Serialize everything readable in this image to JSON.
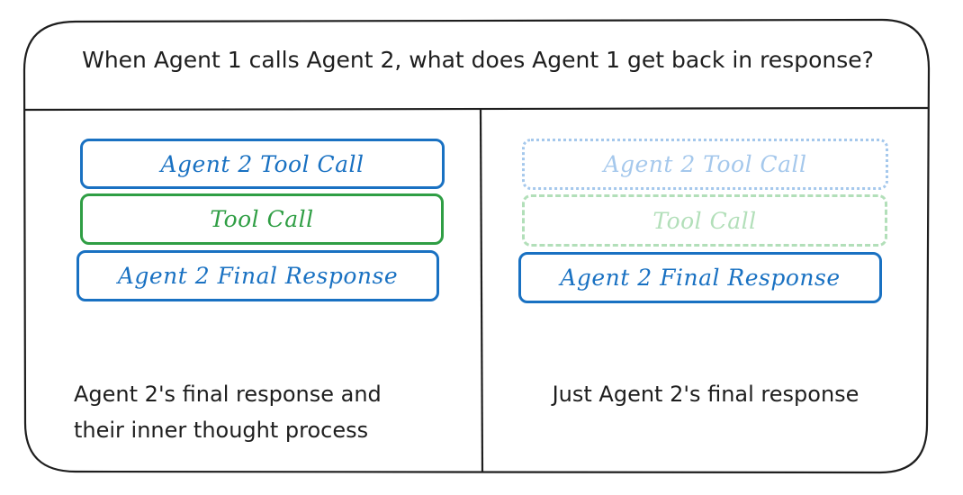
{
  "question": "When Agent 1 calls Agent 2, what does Agent 1 get back in response?",
  "left_panel": {
    "boxes": [
      "Agent 2 Tool Call",
      "Tool Call",
      "Agent 2 Final Response"
    ],
    "caption_line1": "Agent 2's final response and",
    "caption_line2": "their inner thought process"
  },
  "right_panel": {
    "boxes": [
      "Agent 2 Tool Call",
      "Tool Call",
      "Agent 2 Final Response"
    ],
    "caption": "Just Agent 2's final response"
  },
  "colors": {
    "blue": "#1971c2",
    "green": "#2f9e44",
    "faded_blue": "#a5c8ec",
    "faded_green": "#b2dfb9",
    "stroke": "#1e1e1e"
  }
}
